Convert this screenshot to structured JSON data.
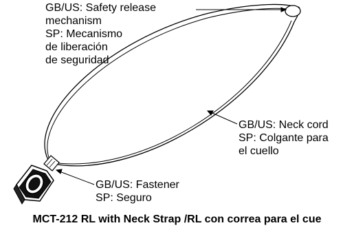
{
  "labels": {
    "safety_release": {
      "lines": [
        "GB/US: Safety release",
        "mechanism",
        "SP: Mecanismo",
        "de liberación",
        "de seguridad"
      ]
    },
    "neck_cord": {
      "lines": [
        "GB/US: Neck cord",
        "SP: Colgante para",
        "el cuello"
      ]
    },
    "fastener": {
      "lines": [
        "GB/US: Fastener",
        "SP: Seguro"
      ]
    }
  },
  "caption": "MCT-212 RL with Neck Strap /RL con correa para el cue"
}
